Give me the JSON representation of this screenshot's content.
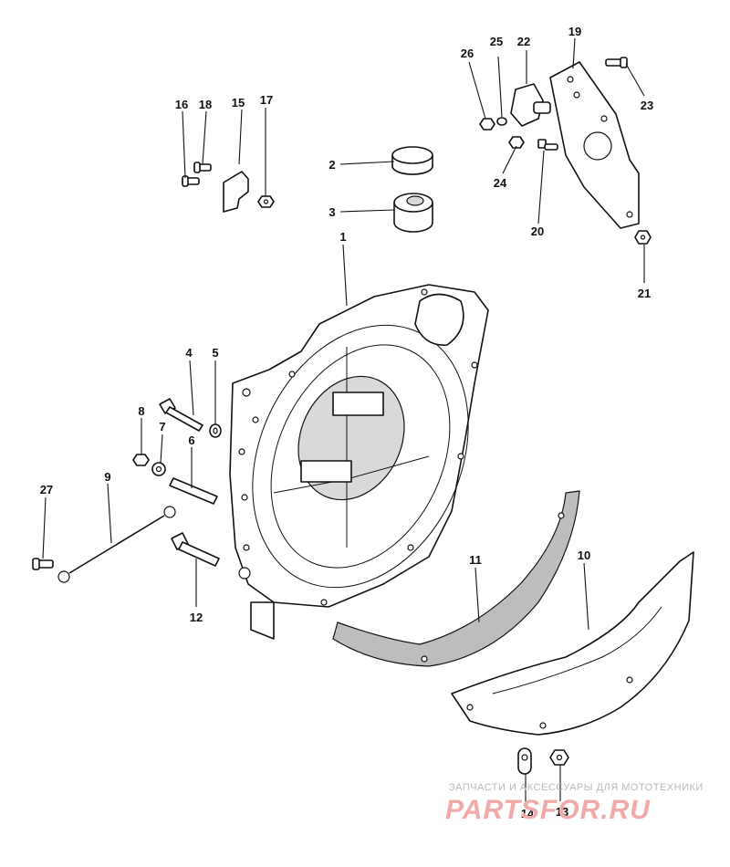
{
  "callouts": [
    {
      "id": "c1",
      "label": "1"
    },
    {
      "id": "c2",
      "label": "2"
    },
    {
      "id": "c3",
      "label": "3"
    },
    {
      "id": "c4",
      "label": "4"
    },
    {
      "id": "c5",
      "label": "5"
    },
    {
      "id": "c6",
      "label": "6"
    },
    {
      "id": "c7",
      "label": "7"
    },
    {
      "id": "c8",
      "label": "8"
    },
    {
      "id": "c9",
      "label": "9"
    },
    {
      "id": "c10",
      "label": "10"
    },
    {
      "id": "c11",
      "label": "11"
    },
    {
      "id": "c12",
      "label": "12"
    },
    {
      "id": "c13",
      "label": "13"
    },
    {
      "id": "c14",
      "label": "14"
    },
    {
      "id": "c15",
      "label": "15"
    },
    {
      "id": "c16",
      "label": "16"
    },
    {
      "id": "c17",
      "label": "17"
    },
    {
      "id": "c18",
      "label": "18"
    },
    {
      "id": "c19",
      "label": "19"
    },
    {
      "id": "c20",
      "label": "20"
    },
    {
      "id": "c21",
      "label": "21"
    },
    {
      "id": "c22",
      "label": "22"
    },
    {
      "id": "c23",
      "label": "23"
    },
    {
      "id": "c24",
      "label": "24"
    },
    {
      "id": "c25",
      "label": "25"
    },
    {
      "id": "c26",
      "label": "26"
    },
    {
      "id": "c27",
      "label": "27"
    }
  ],
  "watermark": {
    "tagline": "ЗАПЧАСТИ И АКСЕССУАРЫ ДЛЯ МОТОТЕХНИКИ",
    "logo": "PARTSFOR.RU"
  }
}
